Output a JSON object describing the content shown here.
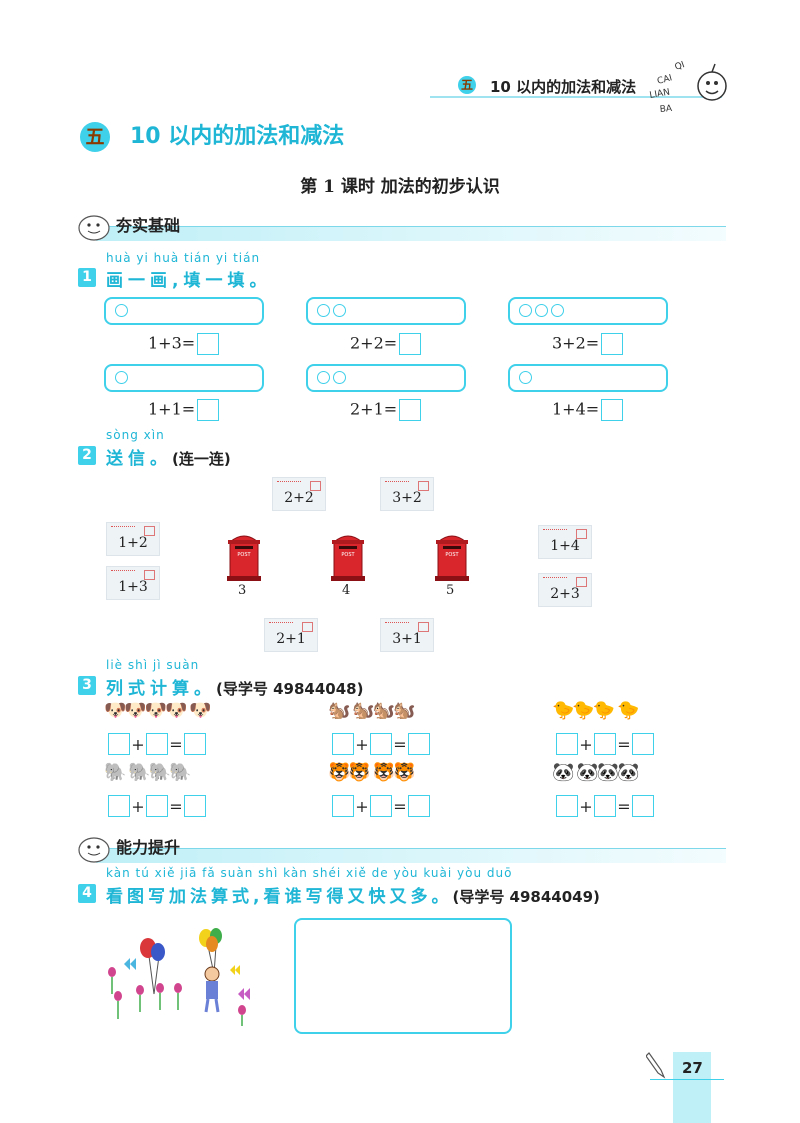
{
  "header": {
    "badge": "五",
    "title": "10 以内的加法和减法",
    "logo_text": "QI CAI LIAN BA"
  },
  "unit": {
    "badge": "五",
    "title": "10 以内的加法和减法"
  },
  "lesson_title": "第 1 课时    加法的初步认识",
  "sections": {
    "basics": "夯实基础",
    "advanced": "能力提升"
  },
  "q1": {
    "num": "1",
    "pinyin": "huà yi huà  tián yi tián",
    "text": "画一画,填一填。",
    "items": [
      {
        "circles": 1,
        "eq": "1+3="
      },
      {
        "circles": 2,
        "eq": "2+2="
      },
      {
        "circles": 3,
        "eq": "3+2="
      },
      {
        "circles": 1,
        "eq": "1+1="
      },
      {
        "circles": 2,
        "eq": "2+1="
      },
      {
        "circles": 1,
        "eq": "1+4="
      }
    ]
  },
  "q2": {
    "num": "2",
    "pinyin": "sòng xìn",
    "text": "送信。",
    "note": "(连一连)",
    "letters": [
      "2+2",
      "3+2",
      "1+2",
      "1+3",
      "1+4",
      "2+3",
      "2+1",
      "3+1"
    ],
    "mailboxes": [
      "3",
      "4",
      "5"
    ],
    "mailbox_text": "POST"
  },
  "q3": {
    "num": "3",
    "pinyin": "liè shì jì suàn",
    "text": "列式计算。",
    "note": "(导学号    49844048)",
    "groups": [
      {
        "icons": "🐶🐶🐶🐶  🐶",
        "icon": "dog-icons"
      },
      {
        "icons": "🐿️  🐿️🐿️🐿️",
        "icon": "squirrel-icons"
      },
      {
        "icons": "🐤🐤🐤  🐤",
        "icon": "chick-icons"
      },
      {
        "icons": "🐘  🐘🐘🐘",
        "icon": "elephant-icons"
      },
      {
        "icons": "🐯🐯  🐯🐯",
        "icon": "tiger-icons"
      },
      {
        "icons": "🐼  🐼🐼🐼",
        "icon": "panda-icons"
      }
    ],
    "plus": "+",
    "equals": "="
  },
  "q4": {
    "num": "4",
    "pinyin": "kàn tú xiě jiā fǎ suàn shì  kàn shéi xiě de yòu kuài yòu duō",
    "text": "看图写加法算式,看谁写得又快又多。",
    "note": "(导学号    49844049)"
  },
  "page_number": "27",
  "colors": {
    "accent": "#3fd0ea",
    "text_cyan": "#1fb6d6"
  }
}
